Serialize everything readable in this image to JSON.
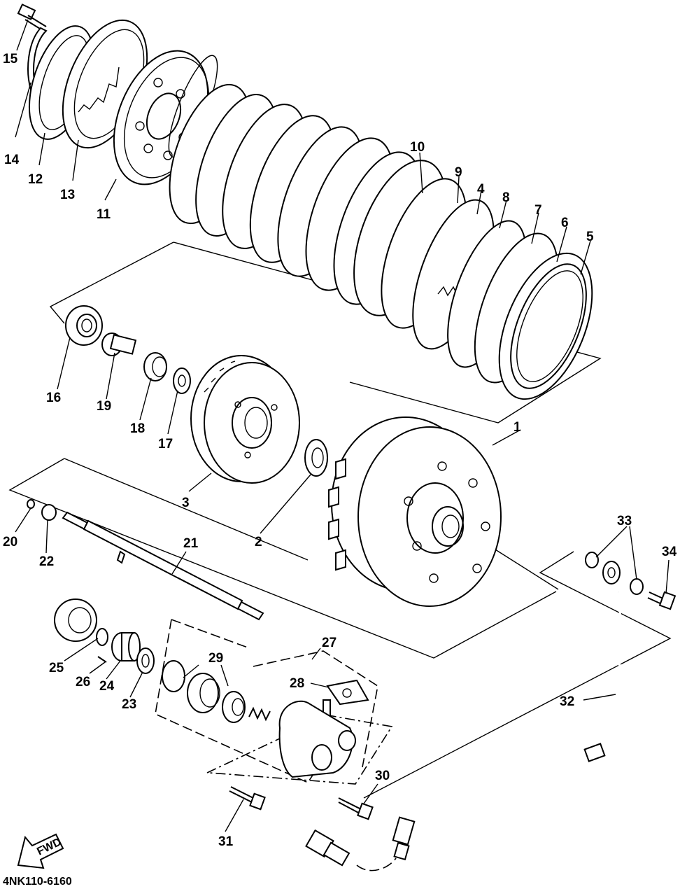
{
  "callouts": [
    {
      "id": "1",
      "text": "1"
    },
    {
      "id": "2",
      "text": "2"
    },
    {
      "id": "3",
      "text": "3"
    },
    {
      "id": "4",
      "text": "4"
    },
    {
      "id": "5",
      "text": "5"
    },
    {
      "id": "6",
      "text": "6"
    },
    {
      "id": "7",
      "text": "7"
    },
    {
      "id": "8",
      "text": "8"
    },
    {
      "id": "9",
      "text": "9"
    },
    {
      "id": "10",
      "text": "10"
    },
    {
      "id": "11",
      "text": "11"
    },
    {
      "id": "12",
      "text": "12"
    },
    {
      "id": "13",
      "text": "13"
    },
    {
      "id": "14",
      "text": "14"
    },
    {
      "id": "15",
      "text": "15"
    },
    {
      "id": "16",
      "text": "16"
    },
    {
      "id": "17",
      "text": "17"
    },
    {
      "id": "18",
      "text": "18"
    },
    {
      "id": "19",
      "text": "19"
    },
    {
      "id": "20",
      "text": "20"
    },
    {
      "id": "21",
      "text": "21"
    },
    {
      "id": "22",
      "text": "22"
    },
    {
      "id": "23",
      "text": "23"
    },
    {
      "id": "24",
      "text": "24"
    },
    {
      "id": "25",
      "text": "25"
    },
    {
      "id": "26",
      "text": "26"
    },
    {
      "id": "27",
      "text": "27"
    },
    {
      "id": "28",
      "text": "28"
    },
    {
      "id": "29",
      "text": "29"
    },
    {
      "id": "30",
      "text": "30"
    },
    {
      "id": "31",
      "text": "31"
    },
    {
      "id": "32",
      "text": "32"
    },
    {
      "id": "33",
      "text": "33"
    },
    {
      "id": "34",
      "text": "34"
    }
  ],
  "fwd_label": "FWD",
  "diagram_code": "4NK110-6160"
}
